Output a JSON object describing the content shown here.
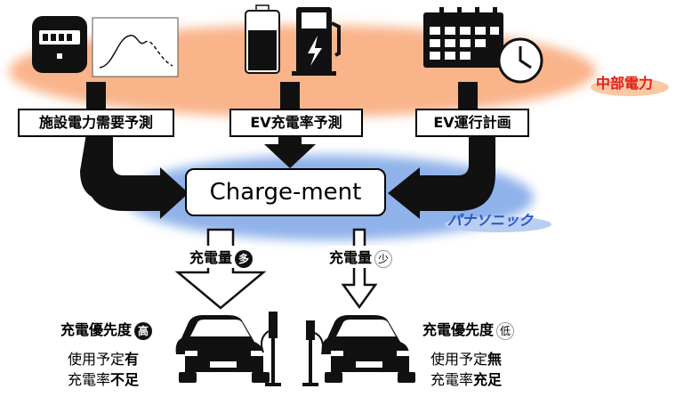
{
  "inputs": [
    {
      "label": "施設電力需要予測"
    },
    {
      "label": "EV充電率予測"
    },
    {
      "label": "EV運行計画"
    }
  ],
  "center": {
    "label": "Charge-ment"
  },
  "orgs": {
    "top": "中部電力",
    "bottom": "パナソニック"
  },
  "colors": {
    "top_ellipse": "#f9b48a",
    "bottom_ellipse": "#8fb2ea",
    "org_top": "#e0201b",
    "org_bottom": "#2a54c8"
  },
  "outputs": {
    "left": {
      "charge_label": "充電量",
      "charge_badge": "多",
      "priority_label": "充電優先度",
      "priority_badge": "高",
      "line1_prefix": "使用予定",
      "line1_value": "有",
      "line2_prefix": "充電率",
      "line2_value": "不足"
    },
    "right": {
      "charge_label": "充電量",
      "charge_badge": "少",
      "priority_label": "充電優先度",
      "priority_badge": "低",
      "line1_prefix": "使用予定",
      "line1_value": "無",
      "line2_prefix": "充電率",
      "line2_value": "充足"
    }
  },
  "icons": [
    "power-meter-icon",
    "demand-curve-icon",
    "battery-icon",
    "ev-charger-icon",
    "calendar-icon",
    "clock-icon",
    "car-icon",
    "charging-station-icon"
  ]
}
